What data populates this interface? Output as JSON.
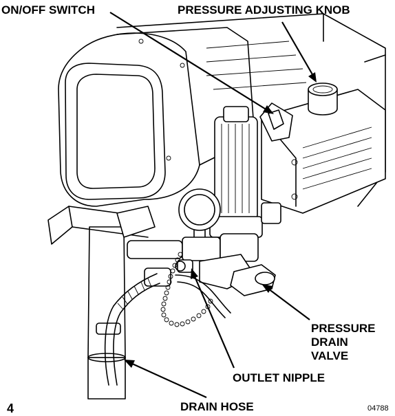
{
  "labels": {
    "on_off_switch": "ON/OFF SWITCH",
    "pressure_knob": "PRESSURE ADJUSTING KNOB",
    "pressure_drain_valve_1": "PRESSURE",
    "pressure_drain_valve_2": "DRAIN",
    "pressure_drain_valve_3": "VALVE",
    "outlet_nipple": "OUTLET NIPPLE",
    "drain_hose": "DRAIN HOSE"
  },
  "figure_number": "4",
  "reference_code": "04788"
}
